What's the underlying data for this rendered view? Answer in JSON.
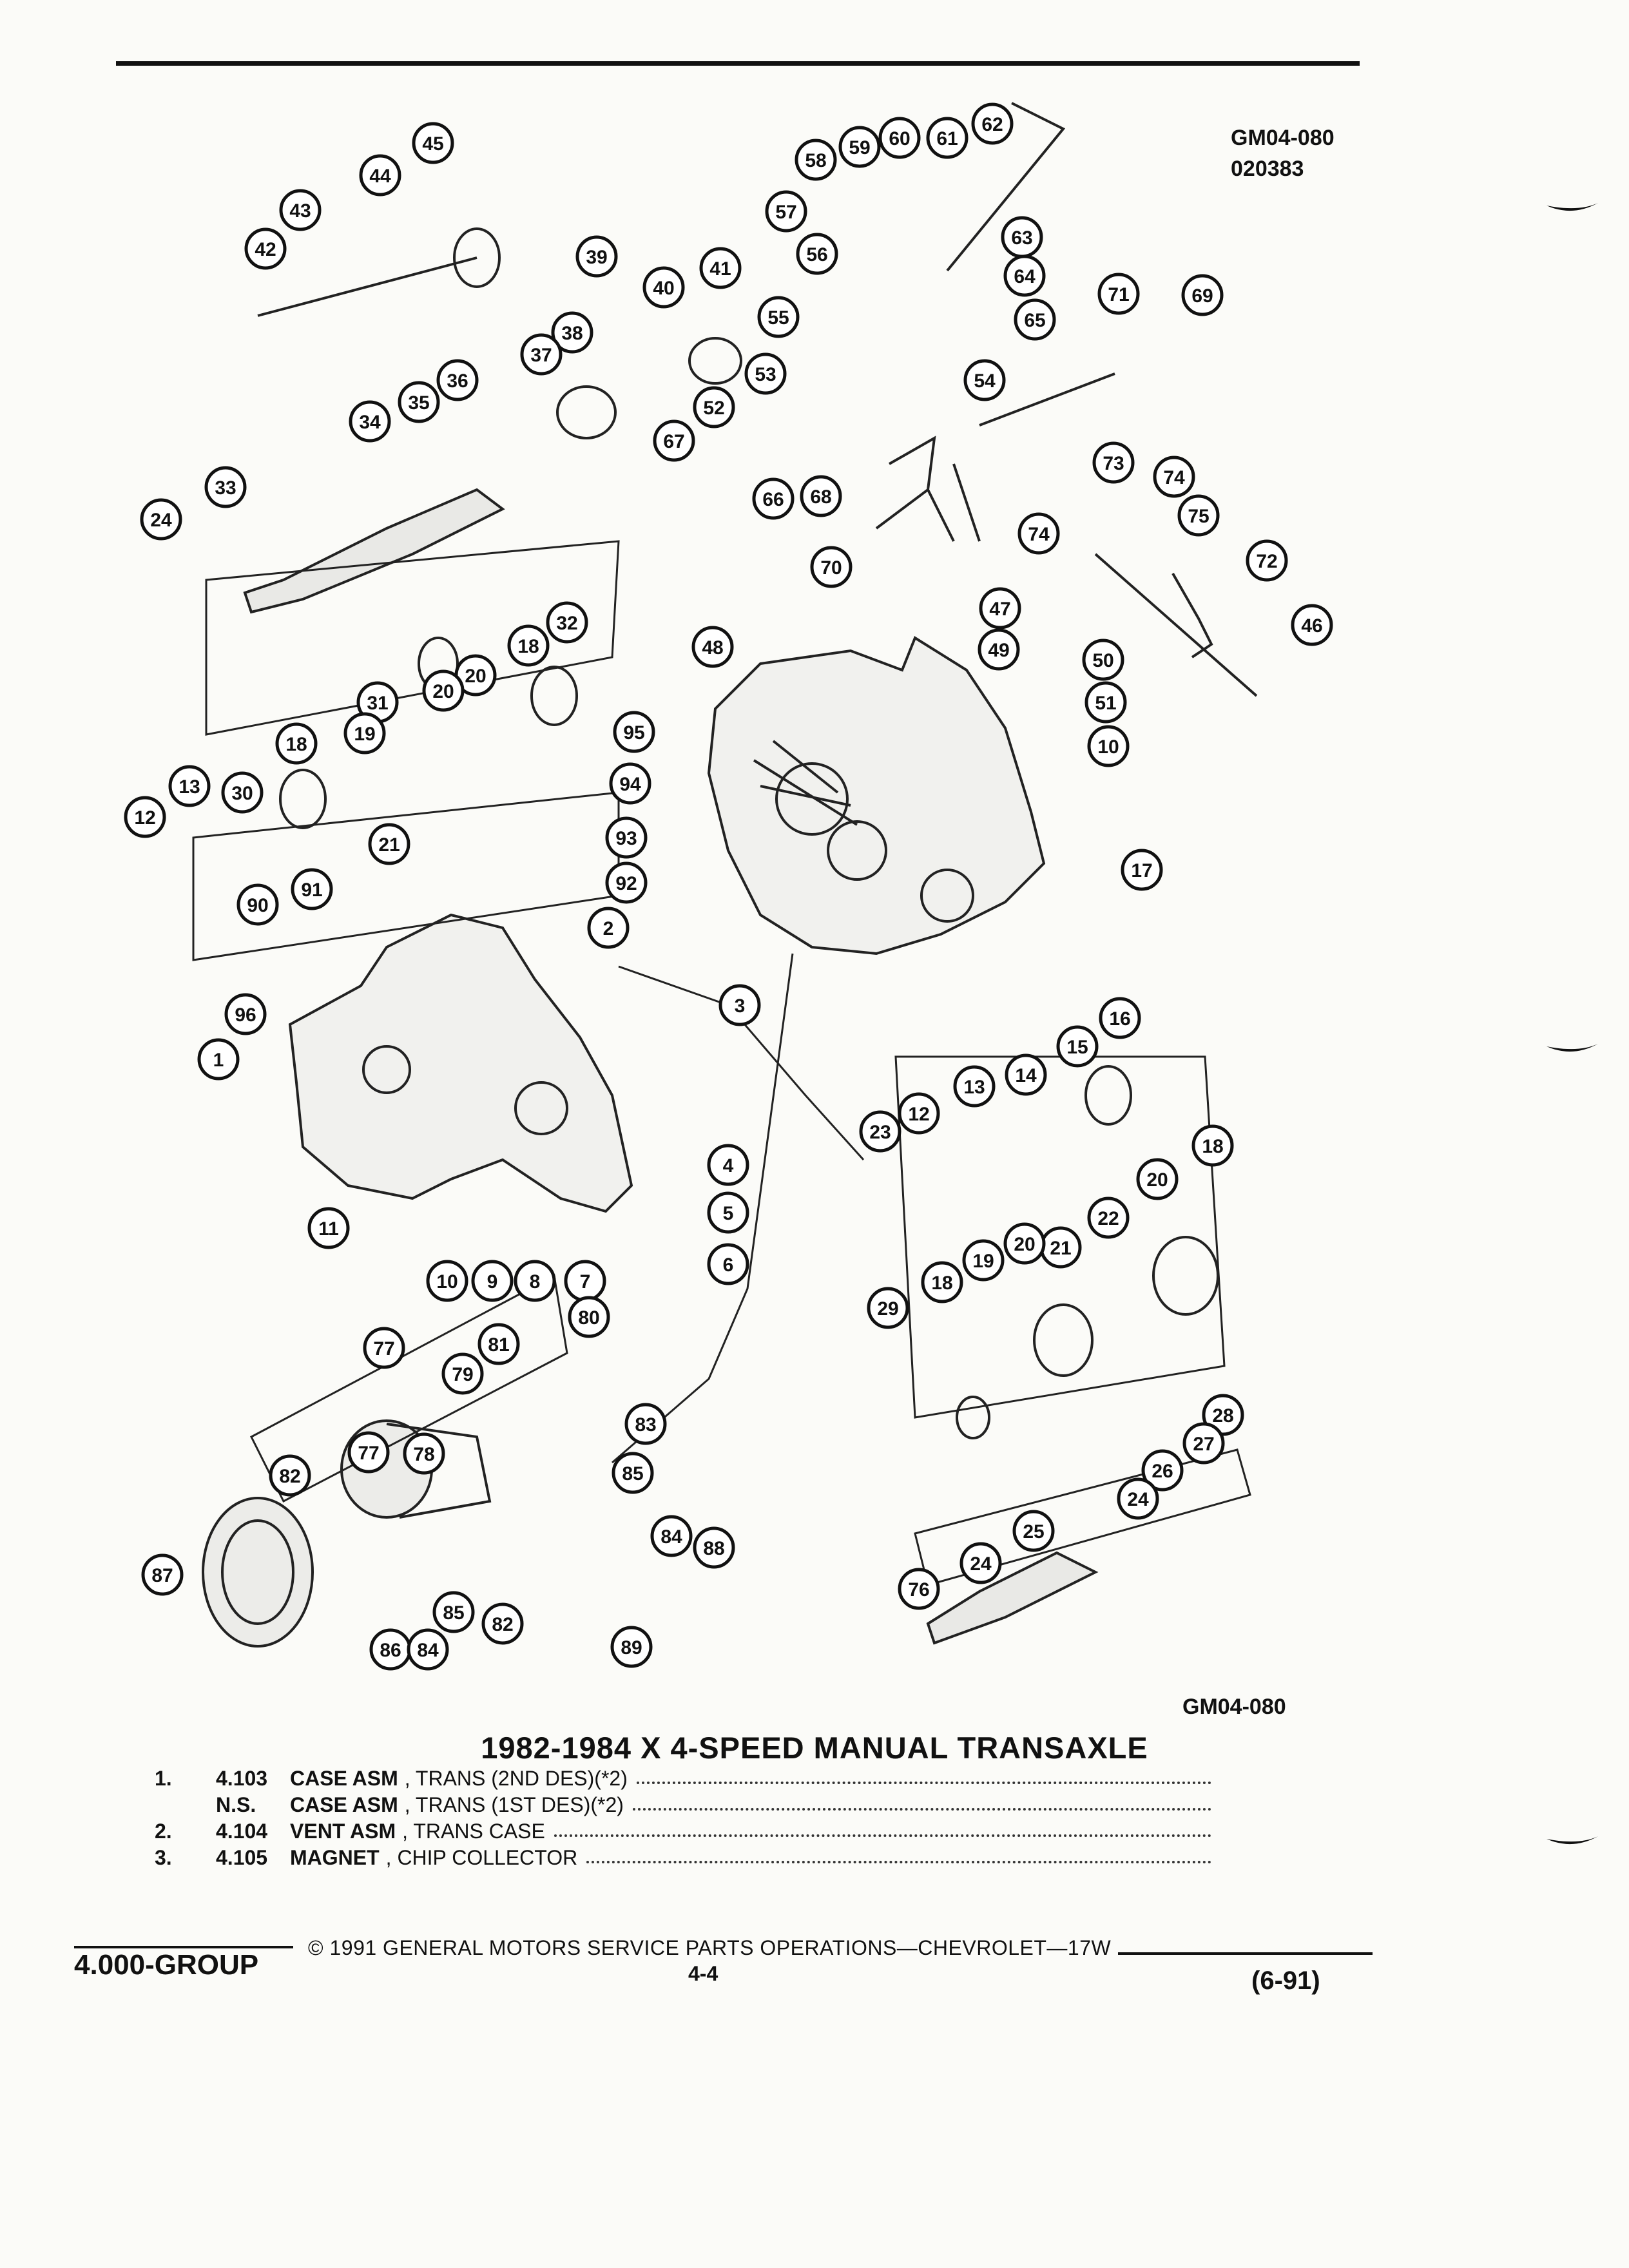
{
  "diagram": {
    "code_top": "GM04-080",
    "date_code": "020383",
    "code_bottom": "GM04-080"
  },
  "title": "1982-1984 X 4-SPEED MANUAL TRANSAXLE",
  "parts": [
    {
      "num": "1.",
      "code": "4.103",
      "name": "CASE ASM",
      "desc": ", TRANS (2ND DES)(*2)"
    },
    {
      "num": "",
      "code": "N.S.",
      "name": "CASE ASM",
      "desc": ", TRANS (1ST DES)(*2)"
    },
    {
      "num": "2.",
      "code": "4.104",
      "name": "VENT ASM",
      "desc": ", TRANS CASE"
    },
    {
      "num": "3.",
      "code": "4.105",
      "name": "MAGNET",
      "desc": ", CHIP COLLECTOR"
    }
  ],
  "footer": {
    "group": "4.000-GROUP",
    "copyright": "© 1991 GENERAL MOTORS SERVICE PARTS OPERATIONS—CHEVROLET—17W",
    "page": "4-4",
    "date": "(6-91)"
  },
  "callouts": [
    "45",
    "44",
    "43",
    "42",
    "39",
    "38",
    "37",
    "36",
    "35",
    "34",
    "33",
    "24",
    "40",
    "41",
    "32",
    "18",
    "20",
    "31",
    "20",
    "19",
    "18",
    "30",
    "13",
    "12",
    "95",
    "94",
    "93",
    "92",
    "91",
    "90",
    "21",
    "2",
    "96",
    "1",
    "3",
    "4",
    "5",
    "6",
    "7",
    "8",
    "9",
    "10",
    "11",
    "62",
    "61",
    "60",
    "59",
    "58",
    "57",
    "63",
    "64",
    "65",
    "56",
    "55",
    "54",
    "53",
    "52",
    "67",
    "66",
    "68",
    "70",
    "71",
    "69",
    "73",
    "74",
    "75",
    "72",
    "74",
    "46",
    "47",
    "48",
    "49",
    "50",
    "51",
    "10",
    "17",
    "16",
    "15",
    "14",
    "13",
    "12",
    "23",
    "18",
    "20",
    "22",
    "21",
    "20",
    "19",
    "18",
    "29",
    "28",
    "27",
    "26",
    "24",
    "25",
    "24",
    "76",
    "77",
    "81",
    "80",
    "79",
    "78",
    "77",
    "82",
    "83",
    "85",
    "84",
    "88",
    "87",
    "86",
    "84",
    "85",
    "82",
    "89"
  ]
}
